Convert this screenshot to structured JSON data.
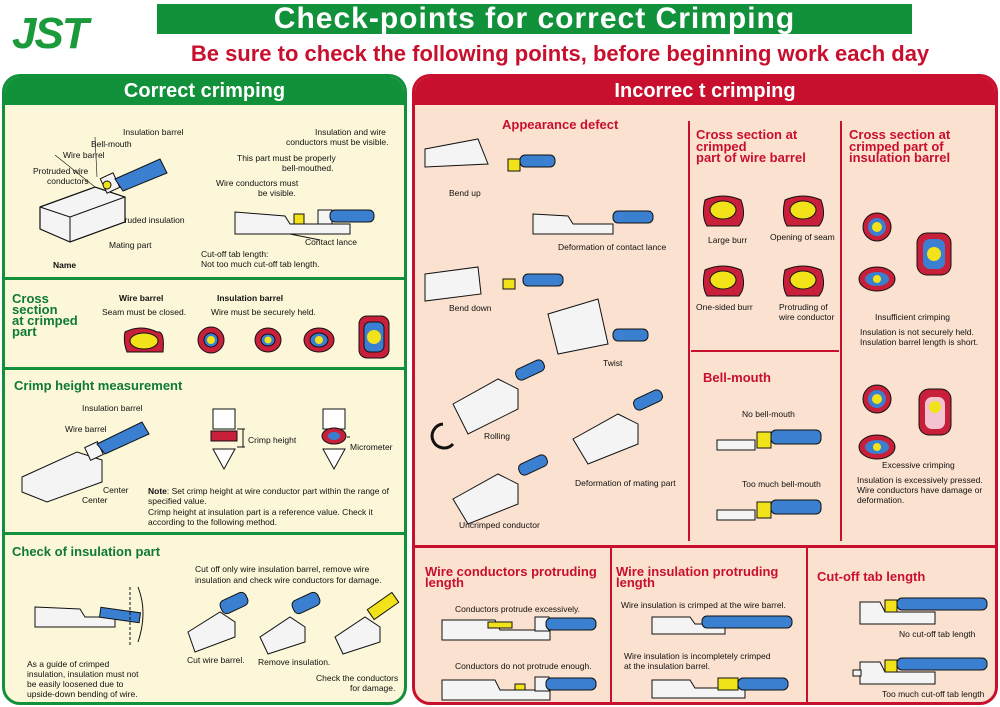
{
  "header": {
    "logo": "JST",
    "title": "Check-points for correct Crimping",
    "subtitle": "Be sure to check the following points, before beginning work each day"
  },
  "left_panel": {
    "title": "Correct crimping",
    "name_section": {
      "insulation_barrel": "Insulation barrel",
      "bell_mouth": "Bell-mouth",
      "wire_barrel": "Wire barrel",
      "protruded_wire_line1": "Protruded wire",
      "protruded_wire_line2": "conductors",
      "protruded_insulation": "Protruded insulation",
      "mating_part": "Mating part",
      "name_label": "Name",
      "ins_visible_line1": "Insulation and wire",
      "ins_visible_line2": "conductors must be visible.",
      "bell_mouthed_line1": "This part must be properly",
      "bell_mouthed_line2": "bell-mouthed.",
      "wire_visible_line1": "Wire conductors must",
      "wire_visible_line2": "be visible.",
      "contact_lance": "Contact lance",
      "cutoff_line1": "Cut-off tab length:",
      "cutoff_line2": "Not too much cut-off tab length."
    },
    "cross_section": {
      "title_line1": "Cross",
      "title_line2": "section",
      "title_line3": "at crimped",
      "title_line4": "part",
      "wire_barrel": "Wire barrel",
      "wire_barrel_note": "Seam must be closed.",
      "insulation_barrel": "Insulation barrel",
      "insulation_barrel_note": "Wire must be securely held."
    },
    "crimp_height": {
      "title": "Crimp height measurement",
      "insulation_barrel": "Insulation barrel",
      "wire_barrel": "Wire barrel",
      "center1": "Center",
      "center2": "Center",
      "crimp_height": "Crimp height",
      "micrometer": "Micrometer",
      "note_label": "Note",
      "note_line1": ": Set crimp height at wire conductor part within the range of",
      "note_line2": "specified value.",
      "note_line3": "Crimp height at insulation part is a reference value. Check it",
      "note_line4": "according to the following method."
    },
    "insulation_check": {
      "title": "Check of insulation part",
      "instr_line1": "Cut off only wire insulation barrel, remove wire",
      "instr_line2": "insulation and check wire conductors for damage.",
      "guide_line1": "As a guide of crimped",
      "guide_line2": "insulation, insulation must not",
      "guide_line3": "be easily loosened due to",
      "guide_line4": "upside-down bending of wire.",
      "cut_wire_barrel": "Cut wire barrel.",
      "remove_insulation": "Remove insulation.",
      "check_line1": "Check the conductors",
      "check_line2": "for damage."
    }
  },
  "right_panel": {
    "title": "Incorrec t crimping",
    "appearance": {
      "title": "Appearance defect",
      "bend_up": "Bend up",
      "deformation_lance": "Deformation of contact lance",
      "bend_down": "Bend down",
      "twist": "Twist",
      "rolling": "Rolling",
      "deformation_mating": "Deformation of mating part",
      "uncrimped": "Uncrimped conductor"
    },
    "cross_wire": {
      "title_line1": "Cross section at",
      "title_line2": "crimped",
      "title_line3": "part of wire barrel",
      "large_burr": "Large burr",
      "opening_seam": "Opening of seam",
      "one_sided_burr": "One-sided burr",
      "protruding_line1": "Protruding of",
      "protruding_line2": "wire conductor"
    },
    "cross_ins": {
      "title_line1": "Cross section at",
      "title_line2": "crimped part of",
      "title_line3": "insulation barrel",
      "insufficient": "Insufficient crimping",
      "insufficient_line1": "Insulation is not securely held.",
      "insufficient_line2": "Insulation barrel length is short.",
      "excessive": "Excessive crimping",
      "excessive_line1": "Insulation is excessively pressed.",
      "excessive_line2": "Wire conductors have damage or",
      "excessive_line3": "deformation."
    },
    "bell_mouth": {
      "title": "Bell-mouth",
      "none": "No bell-mouth",
      "too_much": "Too much bell-mouth"
    },
    "wire_protruding": {
      "title_line1": "Wire conductors protruding",
      "title_line2": "length",
      "excessive": "Conductors protrude excessively.",
      "not_enough": "Conductors do not protrude enough."
    },
    "ins_protruding": {
      "title_line1": "Wire insulation protruding",
      "title_line2": "length",
      "at_wire_barrel": "Wire insulation is crimped at the wire barrel.",
      "incomplete_line1": "Wire insulation is incompletely crimped",
      "incomplete_line2": "at the insulation barrel."
    },
    "cutoff": {
      "title": "Cut-off tab length",
      "none": "No cut-off tab length",
      "too_much": "Too much cut-off tab length"
    }
  },
  "colors": {
    "green": "#11913a",
    "red": "#c8102e",
    "left_bg": "#fbf7d8",
    "right_bg": "#fbe1cf",
    "wire_blue": "#3b7fd0",
    "conductor_yellow": "#f2e21a"
  }
}
